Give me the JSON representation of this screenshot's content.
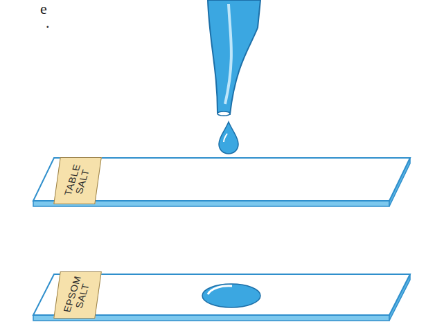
{
  "diagram": {
    "nodes": [
      {
        "text": [
          "TABLE SALT"
        ]
      },
      {
        "text": [
          "EPSOM SALT"
        ]
      }
    ],
    "labels": [
      "e",
      "."
    ]
  }
}
